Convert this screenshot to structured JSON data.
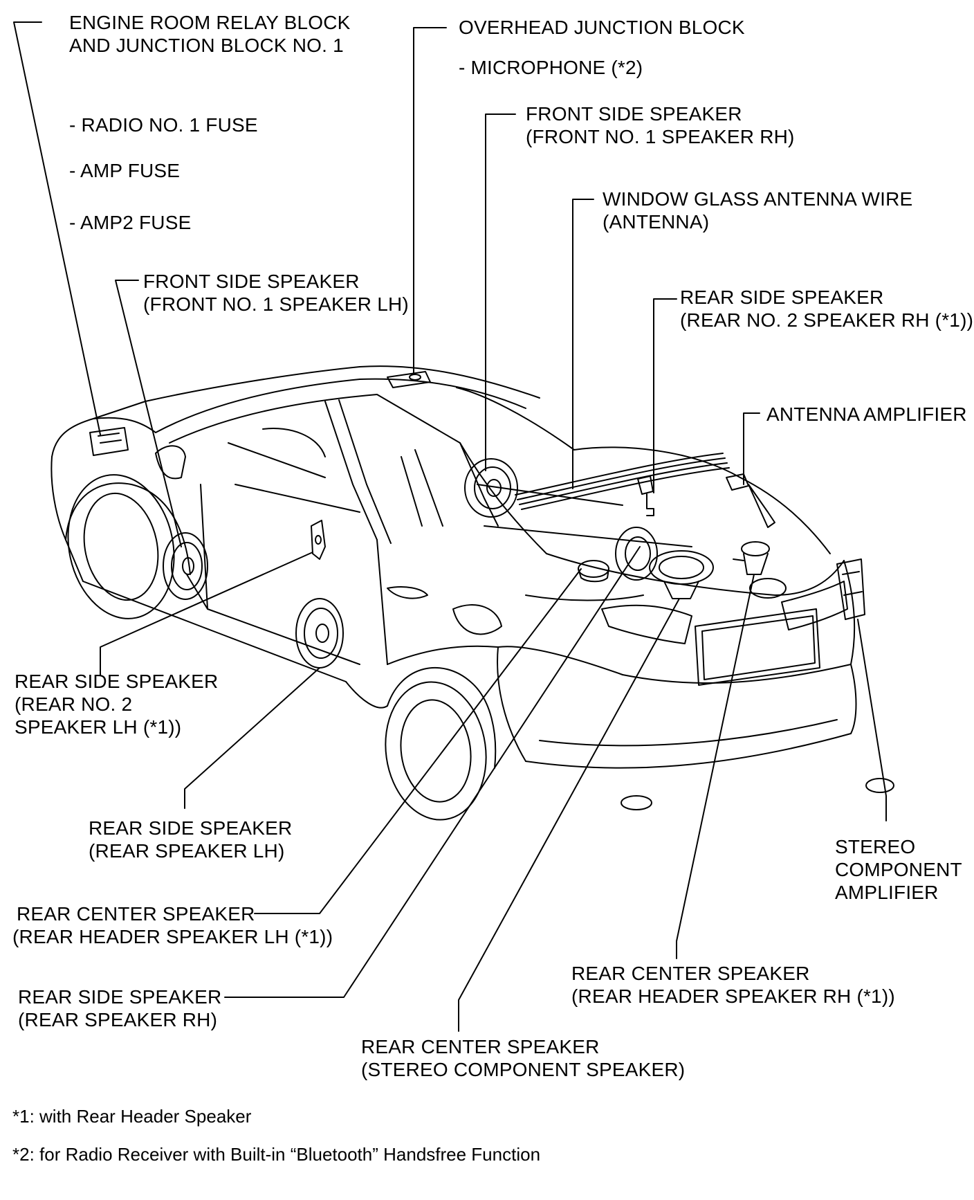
{
  "labels": {
    "engine_room": {
      "line1": "ENGINE ROOM RELAY BLOCK",
      "line2": "AND JUNCTION BLOCK NO. 1",
      "sub1": "- RADIO NO. 1 FUSE",
      "sub2": "- AMP FUSE",
      "sub3": "- AMP2 FUSE"
    },
    "overhead": {
      "line1": "OVERHEAD JUNCTION BLOCK",
      "sub1": "- MICROPHONE (*2)"
    },
    "front_rh": {
      "line1": "FRONT SIDE SPEAKER",
      "line2": "(FRONT NO. 1 SPEAKER RH)"
    },
    "antenna_wire": {
      "line1": "WINDOW GLASS ANTENNA WIRE",
      "line2": "(ANTENNA)"
    },
    "front_lh": {
      "line1": "FRONT SIDE SPEAKER",
      "line2": "(FRONT NO. 1 SPEAKER LH)"
    },
    "rear_no2_rh": {
      "line1": "REAR SIDE SPEAKER",
      "line2": "(REAR NO. 2 SPEAKER RH (*1))"
    },
    "antenna_amp": {
      "line1": "ANTENNA AMPLIFIER"
    },
    "rear_no2_lh": {
      "line1": "REAR SIDE SPEAKER",
      "line2": "(REAR NO. 2",
      "line3": "SPEAKER LH (*1))"
    },
    "rear_lh": {
      "line1": "REAR SIDE SPEAKER",
      "line2": "(REAR SPEAKER LH)"
    },
    "stereo_amp": {
      "line1": "STEREO",
      "line2": "COMPONENT",
      "line3": "AMPLIFIER"
    },
    "header_lh": {
      "line1": "REAR CENTER SPEAKER",
      "line2": "(REAR HEADER SPEAKER LH (*1))"
    },
    "header_rh": {
      "line1": "REAR CENTER SPEAKER",
      "line2": "(REAR HEADER SPEAKER RH (*1))"
    },
    "rear_rh": {
      "line1": "REAR SIDE SPEAKER",
      "line2": "(REAR SPEAKER RH)"
    },
    "stereo_speaker": {
      "line1": "REAR CENTER SPEAKER",
      "line2": "(STEREO COMPONENT SPEAKER)"
    }
  },
  "notes": {
    "note1": "*1: with Rear Header Speaker",
    "note2": "*2: for Radio Receiver with Built-in “Bluetooth” Handsfree Function"
  }
}
